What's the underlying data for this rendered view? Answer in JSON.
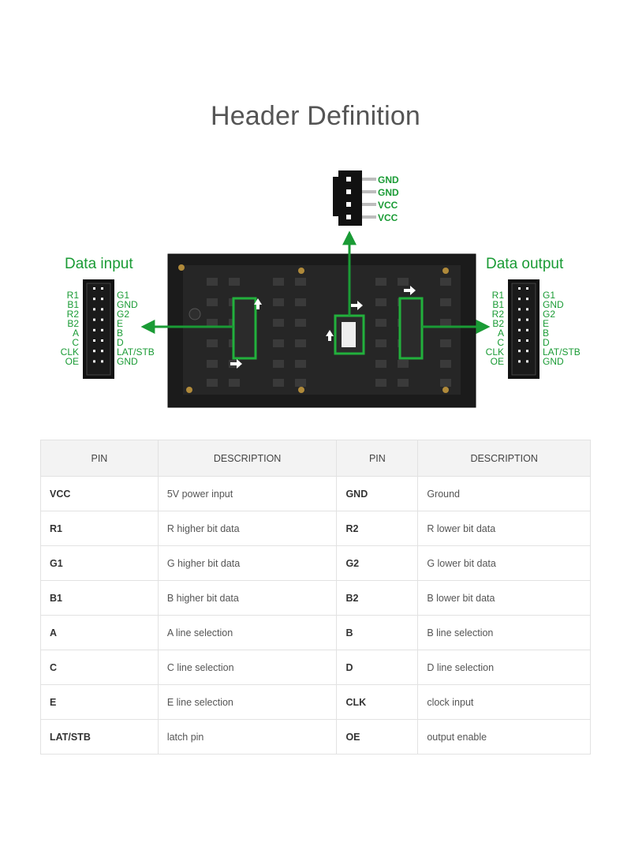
{
  "title": "Header Definition",
  "power_connector": {
    "labels": [
      "GND",
      "GND",
      "VCC",
      "VCC"
    ]
  },
  "data_input": {
    "title": "Data input",
    "left_labels": [
      "R1",
      "B1",
      "R2",
      "B2",
      "A",
      "C",
      "CLK",
      "OE"
    ],
    "right_labels": [
      "G1",
      "GND",
      "G2",
      "E",
      "B",
      "D",
      "LAT/STB",
      "GND"
    ]
  },
  "data_output": {
    "title": "Data output",
    "left_labels": [
      "R1",
      "B1",
      "R2",
      "B2",
      "A",
      "C",
      "CLK",
      "OE"
    ],
    "right_labels": [
      "G1",
      "GND",
      "G2",
      "E",
      "B",
      "D",
      "LAT/STB",
      "GND"
    ]
  },
  "colors": {
    "accent_green": "#1a9b35",
    "board": "#1c1c1c",
    "header_bg": "#f3f3f3"
  },
  "table": {
    "headers": [
      "PIN",
      "DESCRIPTION",
      "PIN",
      "DESCRIPTION"
    ],
    "rows": [
      {
        "pin1": "VCC",
        "desc1": "5V power input",
        "pin2": "GND",
        "desc2": "Ground"
      },
      {
        "pin1": "R1",
        "desc1": "R higher bit data",
        "pin2": "R2",
        "desc2": "R lower bit data"
      },
      {
        "pin1": "G1",
        "desc1": "G higher bit data",
        "pin2": "G2",
        "desc2": "G lower bit data"
      },
      {
        "pin1": "B1",
        "desc1": "B higher bit data",
        "pin2": "B2",
        "desc2": "B lower bit data"
      },
      {
        "pin1": "A",
        "desc1": "A line selection",
        "pin2": "B",
        "desc2": "B line selection"
      },
      {
        "pin1": "C",
        "desc1": "C line selection",
        "pin2": "D",
        "desc2": "D line selection"
      },
      {
        "pin1": "E",
        "desc1": "E line selection",
        "pin2": "CLK",
        "desc2": "clock input"
      },
      {
        "pin1": "LAT/STB",
        "desc1": "latch pin",
        "pin2": "OE",
        "desc2": "output enable"
      }
    ]
  }
}
